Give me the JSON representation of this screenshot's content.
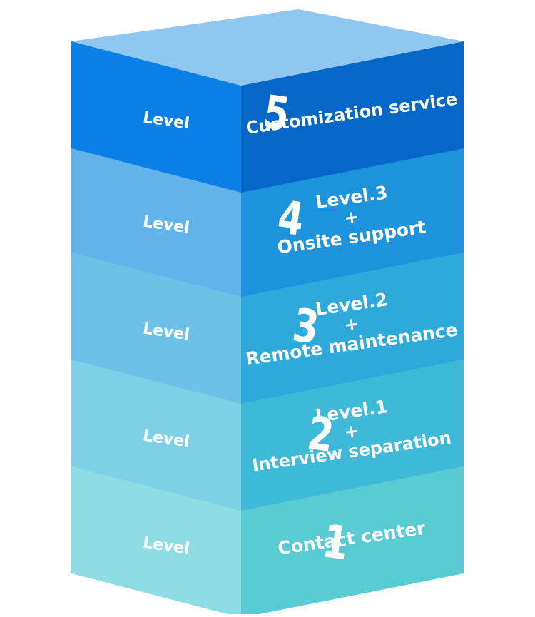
{
  "diagram": {
    "tiers": [
      {
        "level_word": "Level",
        "level_number": "1",
        "lines": [
          "Contact center"
        ],
        "colors": {
          "top": "#1fb4d3",
          "left": "#8fdde4",
          "right": "#58cbd3"
        }
      },
      {
        "level_word": "Level",
        "level_number": "2",
        "lines": [
          "Level.1",
          "+",
          "Interview  separation"
        ],
        "colors": {
          "top": "#1c9ad8",
          "left": "#7dd0e6",
          "right": "#3fb9d8"
        }
      },
      {
        "level_word": "Level",
        "level_number": "3",
        "lines": [
          "Level.2",
          "+",
          "Remote maintenance"
        ],
        "colors": {
          "top": "#157fd0",
          "left": "#6cc1e7",
          "right": "#2ea9dc"
        }
      },
      {
        "level_word": "Level",
        "level_number": "4",
        "lines": [
          "Level.3",
          "+",
          "Onsite support"
        ],
        "colors": {
          "top": "#0f69c8",
          "left": "#62b3ea",
          "right": "#1d92dd"
        }
      },
      {
        "level_word": "Level",
        "level_number": "5",
        "lines": [
          "Customization service"
        ],
        "colors": {
          "top": "#8fc7f0",
          "left": "#0a80e6",
          "right": "#0568c7"
        }
      }
    ]
  }
}
